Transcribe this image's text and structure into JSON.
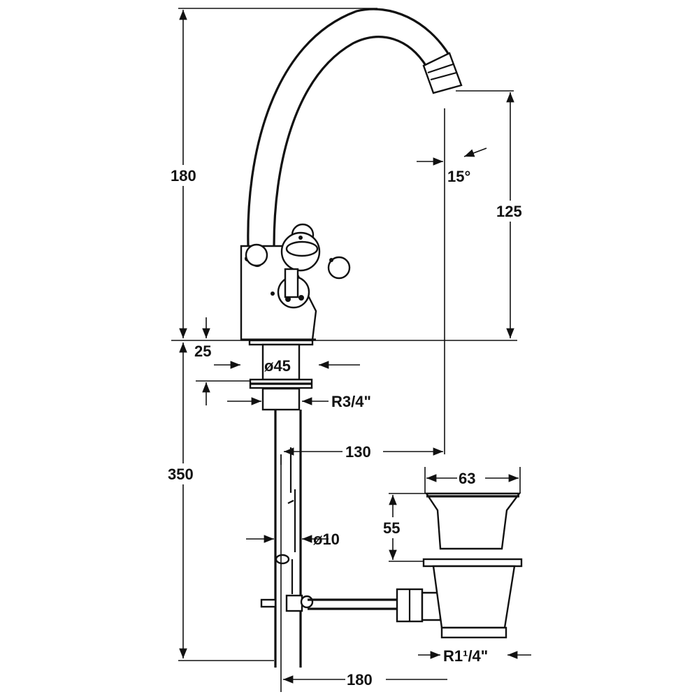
{
  "dimensions": {
    "spout_height": "180",
    "spout_reach_height": "125",
    "spout_angle": "15°",
    "base_height": "25",
    "base_diameter": "ø45",
    "inlet_thread": "R3/4\"",
    "spout_reach": "130",
    "supply_length": "350",
    "pipe_diameter": "ø10",
    "waste_diameter": "63",
    "waste_height": "55",
    "waste_thread": "R1¹/4\"",
    "rod_length": "180"
  },
  "colors": {
    "ink": "#111111",
    "paper": "#ffffff"
  }
}
